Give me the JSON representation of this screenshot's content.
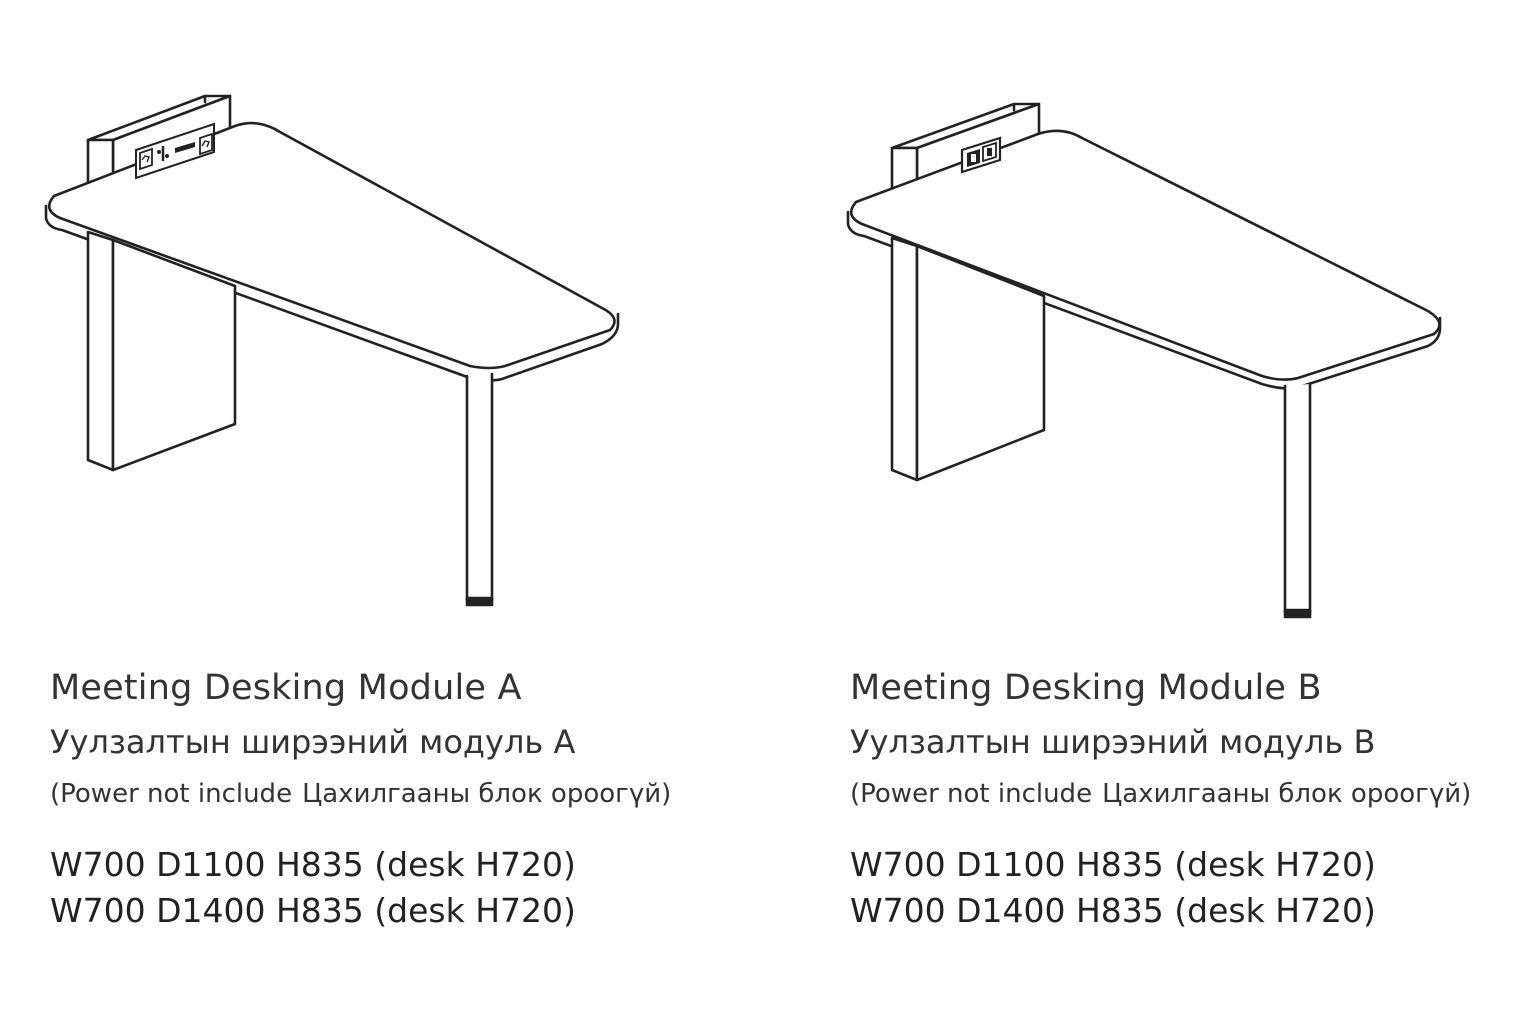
{
  "modules": [
    {
      "title": "Meeting Desking Module A",
      "subtitle": "Уулзалтын ширээний модуль A",
      "note_prefix": "(Power not include",
      "note_suffix": "Цахилгааны блок ороогүй)",
      "dimensions": [
        "W700 D1100 H835 (desk H720)",
        "W700 D1400 H835 (desk H720)"
      ],
      "power_box_icons": [
        "network-socket-icon",
        "usb-icon",
        "hdmi-port-icon",
        "network-socket-icon"
      ]
    },
    {
      "title": "Meeting Desking Module B",
      "subtitle": "Уулзалтын ширээний модуль B",
      "note_prefix": "(Power not include",
      "note_suffix": "Цахилгааны блок ороогүй)",
      "dimensions": [
        "W700 D1100 H835 (desk H720)",
        "W700 D1400 H835 (desk H720)"
      ],
      "power_box_icons": [
        "power-outlet-icon",
        "power-outlet-icon"
      ]
    }
  ],
  "colors": {
    "line": "#222222",
    "text": "#333333",
    "background": "#ffffff"
  }
}
